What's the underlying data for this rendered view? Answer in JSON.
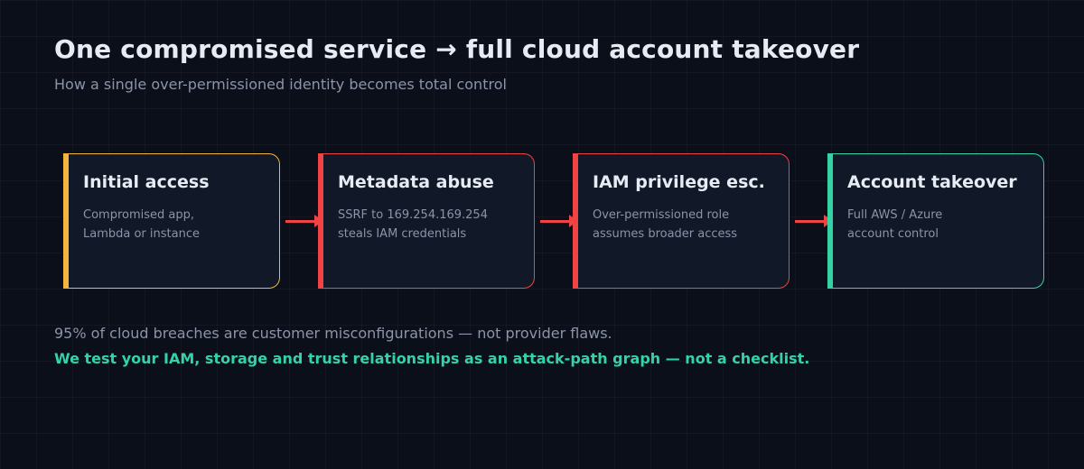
{
  "header": {
    "title": "One compromised service → full cloud account takeover",
    "subtitle": "How a single over-permissioned identity becomes total control"
  },
  "stages": [
    {
      "title": "Initial access",
      "desc_lines": [
        "Compromised app,",
        "Lambda or instance"
      ],
      "color": "#f5b340"
    },
    {
      "title": "Metadata abuse",
      "desc_lines": [
        "SSRF to 169.254.169.254",
        "steals IAM credentials"
      ],
      "color": "#ef4444"
    },
    {
      "title": "IAM privilege esc.",
      "desc_lines": [
        "Over-permissioned role",
        "assumes broader access"
      ],
      "color": "#ef4444"
    },
    {
      "title": "Account takeover",
      "desc_lines": [
        "Full AWS / Azure",
        "account control"
      ],
      "color": "#34d3a6"
    }
  ],
  "connector_color": "#ef4444",
  "footer": {
    "note": "95% of cloud breaches are customer misconfigurations — not provider flaws.",
    "cta": "We test your IAM, storage and trust relationships as an attack-path graph — not a checklist."
  }
}
